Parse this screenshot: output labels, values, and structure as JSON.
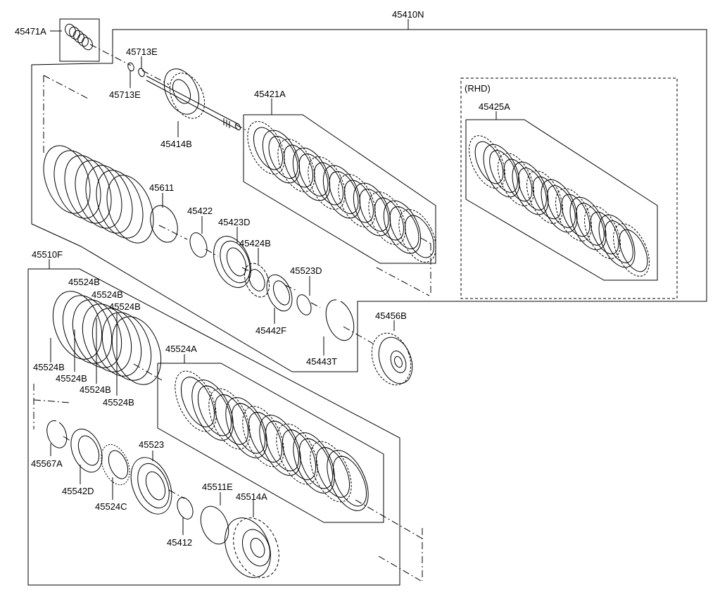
{
  "labels": {
    "p45410N": "45410N",
    "p45471A": "45471A",
    "p45713E_top": "45713E",
    "p45713E_bottom": "45713E",
    "p45414B": "45414B",
    "p45421A": "45421A",
    "rhd": "(RHD)",
    "p45425A": "45425A",
    "p45611": "45611",
    "p45422": "45422",
    "p45423D": "45423D",
    "p45424B": "45424B",
    "p45523D": "45523D",
    "p45442F": "45442F",
    "p45443T": "45443T",
    "p45456B": "45456B",
    "p45510F": "45510F",
    "p45524B_1": "45524B",
    "p45524B_2": "45524B",
    "p45524B_3": "45524B",
    "p45524B_4": "45524B",
    "p45524B_5": "45524B",
    "p45524B_6": "45524B",
    "p45524B_7": "45524B",
    "p45524A": "45524A",
    "p45567A": "45567A",
    "p45542D": "45542D",
    "p45523": "45523",
    "p45524C": "45524C",
    "p45511E": "45511E",
    "p45514A": "45514A",
    "p45412": "45412"
  },
  "colors": {
    "line": "#000000",
    "background": "#ffffff"
  }
}
